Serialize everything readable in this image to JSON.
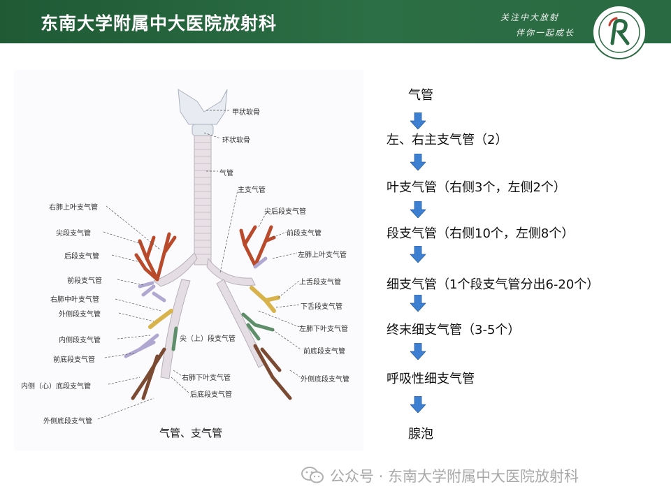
{
  "header": {
    "title": "东南大学附属中大医院放射科",
    "slogan_line1": "关注中大放射",
    "slogan_line2": "伴你一起成长"
  },
  "figure": {
    "caption": "气管、支气管",
    "labels": {
      "thyroid": "甲状软骨",
      "cricoid": "环状软骨",
      "trachea": "气管",
      "main_bronchus": "主支气管",
      "apicoposterior": "尖后段支气管",
      "anterior_left": "前段支气管",
      "left_upper_lobe": "左肺上叶支气管",
      "superior_lingular": "上舌段支气管",
      "inferior_lingular": "下舌段支气管",
      "left_lower_lobe": "左肺下叶支气管",
      "anterior_basal_left": "前底段支气管",
      "lateral_basal_left": "外侧底段支气管",
      "right_upper_lobe": "右肺上叶支气管",
      "apical": "尖段支气管",
      "posterior": "后段支气管",
      "anterior_right": "前段支气管",
      "right_middle_lobe": "右肺中叶支气管",
      "lateral": "外侧段支气管",
      "superior_segment": "尖（上）段支气管",
      "medial": "内侧段支气管",
      "anterior_basal_right": "前底段支气管",
      "medial_basal": "内侧（心）底段支气管",
      "lateral_basal_right": "外侧底段支气管",
      "right_lower_lobe": "右肺下叶支气管",
      "posterior_basal": "后底段支气管"
    }
  },
  "flow": [
    "气管",
    "左、右主支气管（2）",
    "叶支气管（右侧3个，左侧2个）",
    "段支气管（右侧10个，左侧8个）",
    "细支气管（1个段支气管分出6-20个）",
    "终末细支气管（3-5个）",
    "呼吸性细支气管",
    "腺泡"
  ],
  "footer": {
    "text": "公众号 · 东南大学附属中大医院放射科"
  },
  "colors": {
    "header_green": "#2a6a42",
    "arrow_blue": "#3d7fd0",
    "orange_bronchi": "#b94a2c",
    "yellow_bronchi": "#d8b24a",
    "green_bronchi": "#5f8f6a",
    "brown_bronchi": "#7a4a32",
    "lavender_bronchi": "#b0a8d0"
  }
}
